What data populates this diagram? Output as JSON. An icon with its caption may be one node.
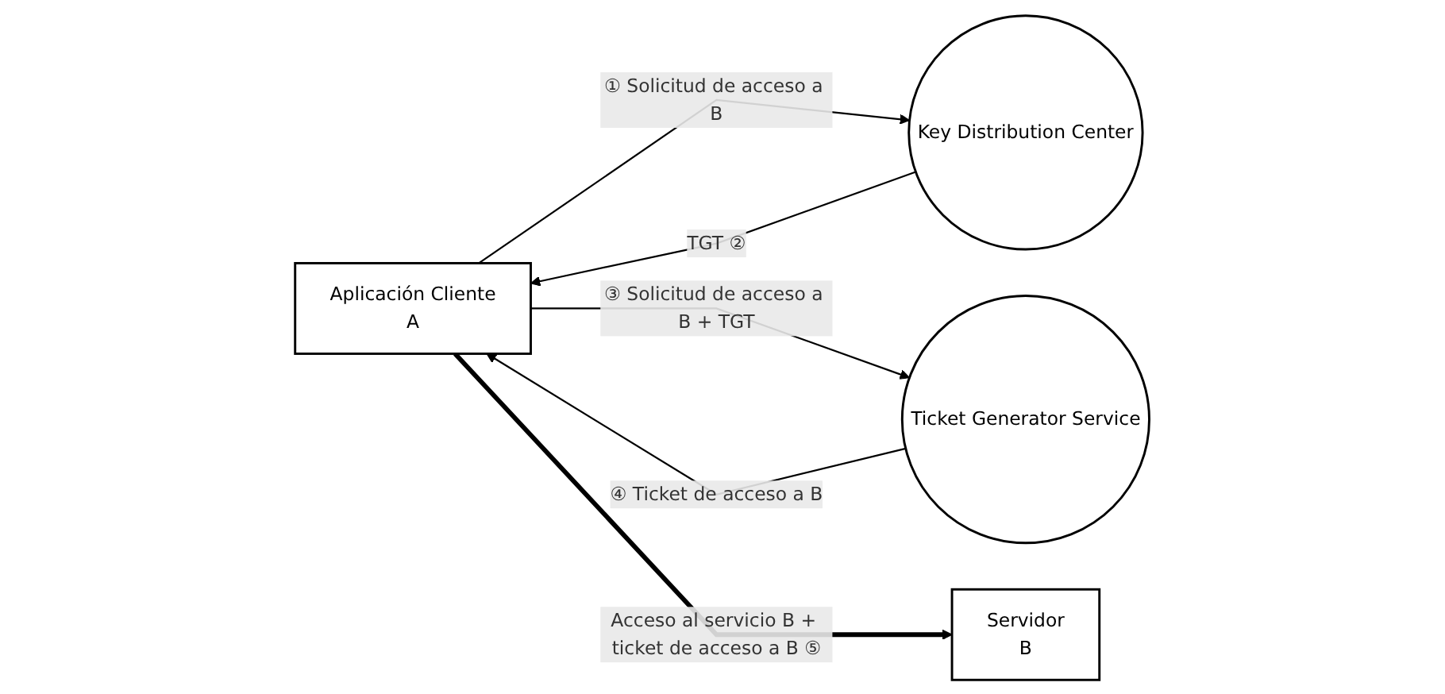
{
  "diagram": {
    "nodes": [
      {
        "text": [
          "Aplicación Cliente",
          "A"
        ]
      },
      {
        "text": [
          "Key Distribution Center"
        ]
      },
      {
        "text": [
          "Servidor",
          "B"
        ]
      },
      {
        "text": [
          "Ticket Generator Service"
        ]
      }
    ],
    "edges": [
      {
        "from": 0,
        "to": 1,
        "arrow": "to",
        "label": "① Solicitud de acceso a B"
      },
      {
        "from": 1,
        "to": 0,
        "arrow": "to",
        "label": "TGT ②"
      },
      {
        "from": 0,
        "to": 3,
        "arrow": "to",
        "label": "③ Solicitud de acceso a B + TGT"
      },
      {
        "from": 3,
        "to": 0,
        "arrow": "to",
        "label": "④ Ticket de acceso a B"
      },
      {
        "from": 0,
        "to": 2,
        "arrow": "to",
        "style": "thick",
        "label": "Acceso al servicio B + ticket de acceso a B ⑤"
      }
    ]
  }
}
